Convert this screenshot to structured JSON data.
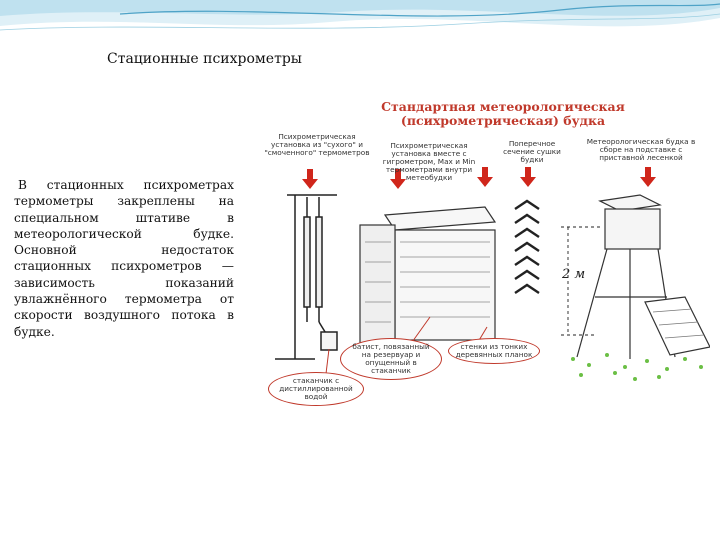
{
  "slide": {
    "title": "Стационные психрометры",
    "body": "В стационных психрометрах термометры закреплены на специальном штативе в метеорологической будке. Основной недостаток стационных психрометров — зависимость показаний увлажнённого термометра от скорости воздушного потока в будке."
  },
  "figure": {
    "title": "Стандартная метеорологическая (психрометрическая) будка",
    "labels": {
      "installation": "Психрометрическая установка из \"сухого\" и \"смоченного\" термометров",
      "psychrometric": "Психрометрическая установка вместе с гигрометром, Max и Min термометрами внутри метеобудки",
      "cross_section": "Поперечное сечение сушки будки",
      "booth": "Метеорологическая будка в сборе на подставке с приставной лесенкой"
    },
    "callouts": {
      "wick": "батист, повязанный на резервуар и опущенный в стаканчик",
      "walls": "стенки из тонких деревянных планок",
      "cup": "стаканчик с дистиллированной водой"
    },
    "dimension": "2 м",
    "colors": {
      "accent": "#c0392b",
      "arrow": "#d0261b",
      "wave": "#4fa3c7"
    }
  }
}
